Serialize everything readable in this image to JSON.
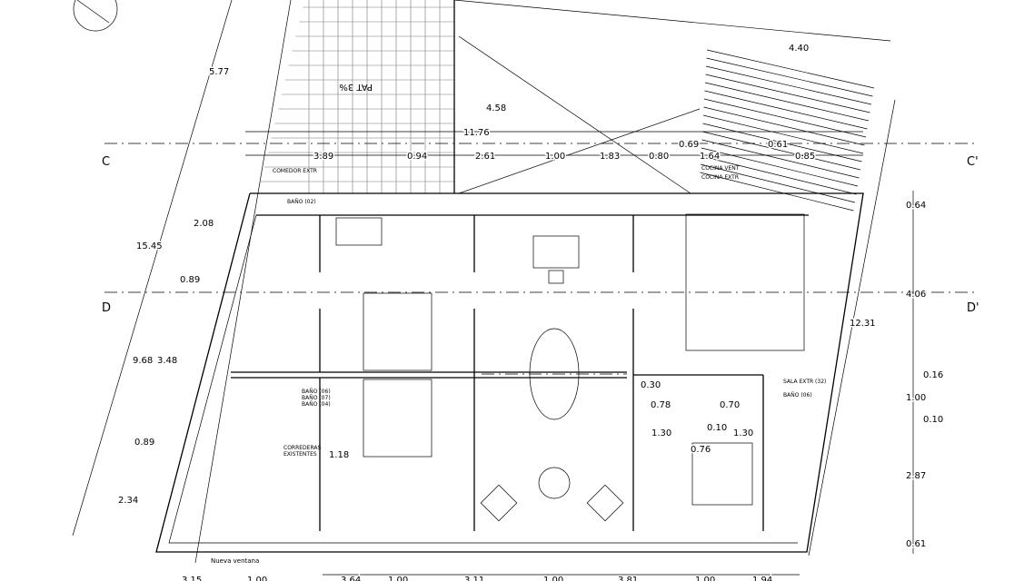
{
  "plan": {
    "sections": [
      "C",
      "C'",
      "D",
      "D'"
    ],
    "roof_label": "PAT 3%",
    "note_new_window": "Nueva ventana",
    "note_sliding": [
      "CORREDERAS",
      "EXISTENTES"
    ],
    "room_tags": [
      "COMEDOR EXTR",
      "BAÑO (02)",
      "COCINA VENT",
      "COCINA EXTR",
      "BAÑO (06)",
      "BAÑO (07)",
      "BAÑO (04)",
      "SALA EXTR (32)",
      "BAÑO (06)"
    ],
    "dimensions": {
      "top": [
        "3.89",
        "0.94",
        "2.61",
        "1.00",
        "1.83",
        "0.80",
        "1.64",
        "0.85",
        "0.69",
        "0.61",
        "11.76",
        "4.58",
        "4.40"
      ],
      "left": [
        "5.77",
        "15.45",
        "2.08",
        "0.89",
        "9.68",
        "3.48",
        "0.89",
        "2.34"
      ],
      "right": [
        "12.31",
        "0.64",
        "4.06",
        "0.16",
        "1.00",
        "0.10",
        "2.87",
        "0.61"
      ],
      "interior": [
        "1.18",
        "0.30",
        "0.78",
        "0.70",
        "0.10",
        "1.30",
        "1.30",
        "0.76"
      ],
      "bottom": [
        "3.15",
        "1.00",
        "3.64",
        "1.00",
        "3.11",
        "1.00",
        "3.81",
        "1.00",
        "1.94"
      ]
    }
  }
}
